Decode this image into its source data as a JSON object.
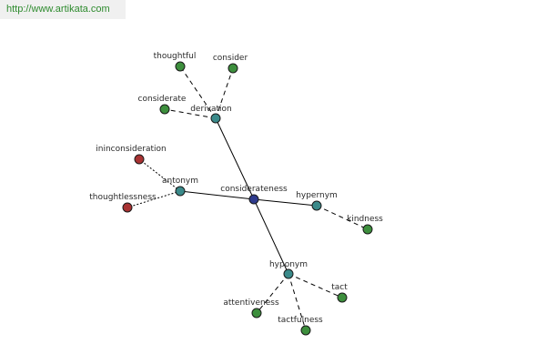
{
  "header": {
    "url": "http://www.artikata.com"
  },
  "graph": {
    "nodes": [
      {
        "id": "considerateness",
        "label": "considerateness",
        "color": "#2e3a8c"
      },
      {
        "id": "derivation",
        "label": "derivation",
        "color": "#3a8a8a"
      },
      {
        "id": "antonym",
        "label": "antonym",
        "color": "#3a8a8a"
      },
      {
        "id": "hypernym",
        "label": "hypernym",
        "color": "#3a8a8a"
      },
      {
        "id": "hyponym",
        "label": "hyponym",
        "color": "#3a8a8a"
      },
      {
        "id": "thoughtful",
        "label": "thoughtful",
        "color": "#3d8f3d"
      },
      {
        "id": "consider",
        "label": "consider",
        "color": "#3d8f3d"
      },
      {
        "id": "considerate",
        "label": "considerate",
        "color": "#3d8f3d"
      },
      {
        "id": "ininconsideration",
        "label": "ininconsideration",
        "color": "#a83232"
      },
      {
        "id": "thoughtlessness",
        "label": "thoughtlessness",
        "color": "#a83232"
      },
      {
        "id": "kindness",
        "label": "kindness",
        "color": "#3d8f3d"
      },
      {
        "id": "tact",
        "label": "tact",
        "color": "#3d8f3d"
      },
      {
        "id": "attentiveness",
        "label": "attentiveness",
        "color": "#3d8f3d"
      },
      {
        "id": "tactfulness",
        "label": "tactfulness",
        "color": "#3d8f3d"
      }
    ],
    "edges": [
      {
        "from": "considerateness",
        "to": "derivation",
        "style": "solid"
      },
      {
        "from": "considerateness",
        "to": "antonym",
        "style": "solid"
      },
      {
        "from": "considerateness",
        "to": "hypernym",
        "style": "solid"
      },
      {
        "from": "considerateness",
        "to": "hyponym",
        "style": "solid"
      },
      {
        "from": "derivation",
        "to": "thoughtful",
        "style": "dashed"
      },
      {
        "from": "derivation",
        "to": "consider",
        "style": "dashed"
      },
      {
        "from": "derivation",
        "to": "considerate",
        "style": "dashed"
      },
      {
        "from": "antonym",
        "to": "ininconsideration",
        "style": "dotted"
      },
      {
        "from": "antonym",
        "to": "thoughtlessness",
        "style": "dotted"
      },
      {
        "from": "hypernym",
        "to": "kindness",
        "style": "dashed"
      },
      {
        "from": "hyponym",
        "to": "tact",
        "style": "dashed"
      },
      {
        "from": "hyponym",
        "to": "attentiveness",
        "style": "dashed"
      },
      {
        "from": "hyponym",
        "to": "tactfulness",
        "style": "dashed"
      }
    ]
  }
}
